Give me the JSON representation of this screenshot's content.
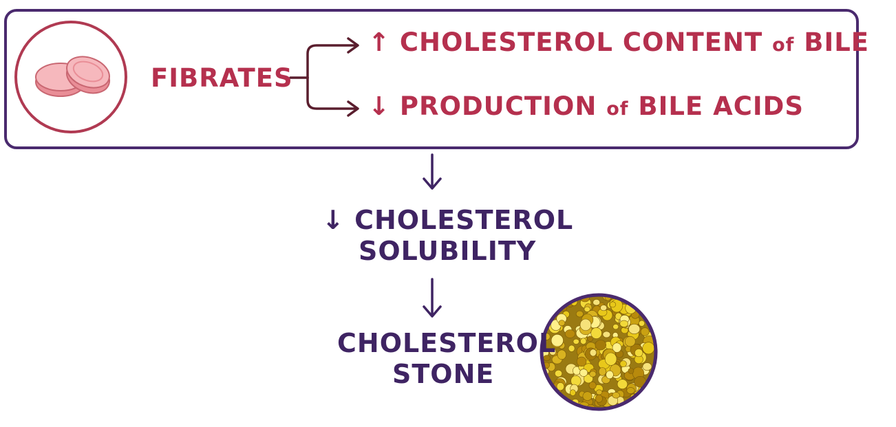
{
  "colors": {
    "maroon": "#b5304e",
    "purple": "#3f2463",
    "box_border": "#4a2a6e",
    "pill": "#f2a7ac",
    "stone": "#c49a10"
  },
  "drug": {
    "icon": "pill-tablets-icon",
    "label": "FIBRATES",
    "effects": [
      {
        "arrow": "↑",
        "text": "CHOLESTEROL CONTENT",
        "connector": "of",
        "tail": "BILE"
      },
      {
        "arrow": "↓",
        "text": "PRODUCTION",
        "connector": "of",
        "tail": "BILE ACIDS"
      }
    ]
  },
  "result_1": {
    "arrow": "↓",
    "line1": "CHOLESTEROL",
    "line2": "SOLUBILITY"
  },
  "result_2": {
    "line1": "CHOLESTEROL",
    "line2": "STONE",
    "icon": "cholesterol-stone-icon"
  }
}
